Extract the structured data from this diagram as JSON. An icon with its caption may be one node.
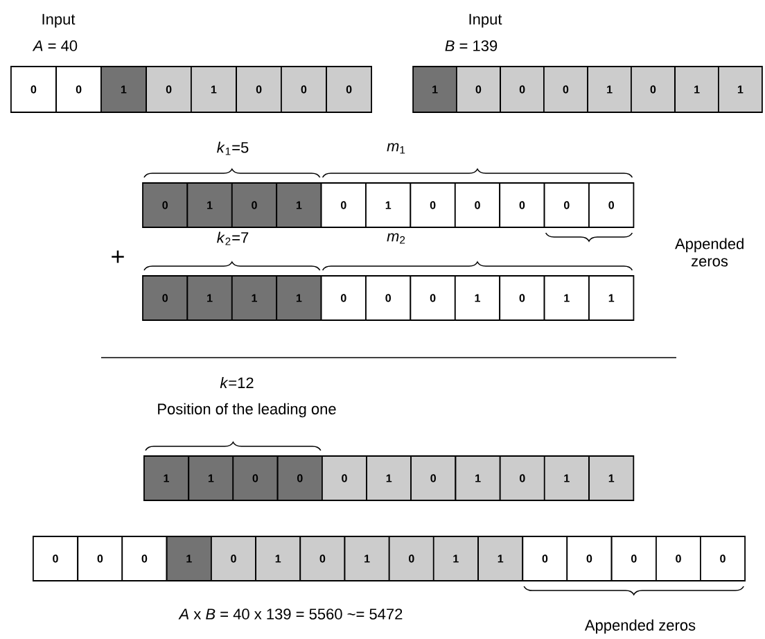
{
  "diagram": {
    "nodes": [
      {
        "text": [
          "0"
        ]
      },
      {
        "text": [
          "0"
        ]
      },
      {
        "text": [
          "1"
        ]
      },
      {
        "text": [
          "0"
        ]
      },
      {
        "text": [
          "1"
        ]
      },
      {
        "text": [
          "0"
        ]
      },
      {
        "text": [
          "0"
        ]
      },
      {
        "text": [
          "0"
        ]
      },
      {
        "text": [
          "1"
        ]
      },
      {
        "text": [
          "0"
        ]
      },
      {
        "text": [
          "0"
        ]
      },
      {
        "text": [
          "0"
        ]
      },
      {
        "text": [
          "1"
        ]
      },
      {
        "text": [
          "0"
        ]
      },
      {
        "text": [
          "1"
        ]
      },
      {
        "text": [
          "1"
        ]
      },
      {
        "text": [
          "0"
        ]
      },
      {
        "text": [
          "1"
        ]
      },
      {
        "text": [
          "0"
        ]
      },
      {
        "text": [
          "1"
        ]
      },
      {
        "text": [
          "0"
        ]
      },
      {
        "text": [
          "1"
        ]
      },
      {
        "text": [
          "0"
        ]
      },
      {
        "text": [
          "0"
        ]
      },
      {
        "text": [
          "0"
        ]
      },
      {
        "text": [
          "0"
        ]
      },
      {
        "text": [
          "0"
        ]
      },
      {
        "text": [
          "0"
        ]
      },
      {
        "text": [
          "1"
        ]
      },
      {
        "text": [
          "1"
        ]
      },
      {
        "text": [
          "1"
        ]
      },
      {
        "text": [
          "0"
        ]
      },
      {
        "text": [
          "0"
        ]
      },
      {
        "text": [
          "0"
        ]
      },
      {
        "text": [
          "1"
        ]
      },
      {
        "text": [
          "0"
        ]
      },
      {
        "text": [
          "1"
        ]
      },
      {
        "text": [
          "1"
        ]
      },
      {
        "text": [
          "1"
        ]
      },
      {
        "text": [
          "1"
        ]
      },
      {
        "text": [
          "0"
        ]
      },
      {
        "text": [
          "0"
        ]
      },
      {
        "text": [
          "0"
        ]
      },
      {
        "text": [
          "1"
        ]
      },
      {
        "text": [
          "0"
        ]
      },
      {
        "text": [
          "1"
        ]
      },
      {
        "text": [
          "0"
        ]
      },
      {
        "text": [
          "1"
        ]
      },
      {
        "text": [
          "1"
        ]
      },
      {
        "text": [
          "0"
        ]
      },
      {
        "text": [
          "0"
        ]
      },
      {
        "text": [
          "0"
        ]
      },
      {
        "text": [
          "1"
        ]
      },
      {
        "text": [
          "0"
        ]
      },
      {
        "text": [
          "1"
        ]
      },
      {
        "text": [
          "0"
        ]
      },
      {
        "text": [
          "1"
        ]
      },
      {
        "text": [
          "0"
        ]
      },
      {
        "text": [
          "1"
        ]
      },
      {
        "text": [
          "1"
        ]
      },
      {
        "text": [
          "0"
        ]
      },
      {
        "text": [
          "0"
        ]
      },
      {
        "text": [
          "0"
        ]
      },
      {
        "text": [
          "0"
        ]
      },
      {
        "text": [
          "0"
        ]
      }
    ],
    "labels": [
      "Input",
      "*A* = 40",
      "Input",
      "*B* = 139",
      "*k*$_{1}$=5",
      "*m*$_{1}$",
      "Appended zeros",
      "+",
      "*k*$_{2}$=7",
      "*m*$_{2}$",
      "*k*=12",
      "Position of the leading one",
      "*A* x *B* = 40 x 139 = 5560 ~= 5472",
      "Appended zeros"
    ]
  }
}
